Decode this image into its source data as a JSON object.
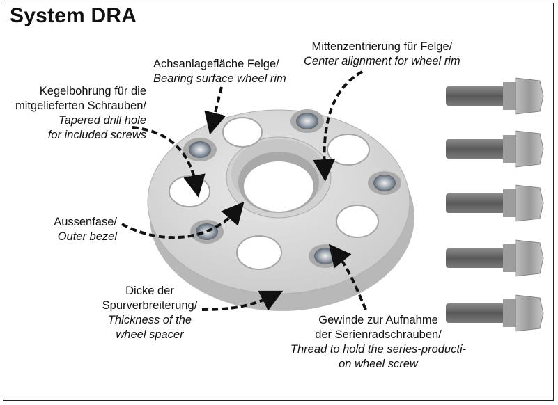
{
  "title": "System DRA",
  "labels": {
    "bearing": {
      "de": "Achsanlagefläche Felge/",
      "en": "Bearing surface wheel rim"
    },
    "center": {
      "de": "Mittenzentrierung für Felge/",
      "en": "Center alignment for wheel rim"
    },
    "tapered": {
      "de1": "Kegelbohrung für die",
      "de2": "mitgelieferten Schrauben/",
      "en1": "Tapered drill hole",
      "en2": "for included screws"
    },
    "bezel": {
      "de": "Aussenfase/",
      "en": "Outer bezel"
    },
    "thickness": {
      "de1": "Dicke der",
      "de2": "Spurverbreiterung/",
      "en1": "Thickness of the",
      "en2": "wheel spacer"
    },
    "thread": {
      "de1": "Gewinde zur Aufnahme",
      "de2": "der Serienradschrauben/",
      "en1": "Thread to hold the series-producti-",
      "en2": "on wheel screw"
    }
  },
  "colors": {
    "spacer_face": "#dcdcdc",
    "spacer_side": "#bdbdbd",
    "bolt": "#6e6e6e",
    "arrow": "#111111"
  }
}
